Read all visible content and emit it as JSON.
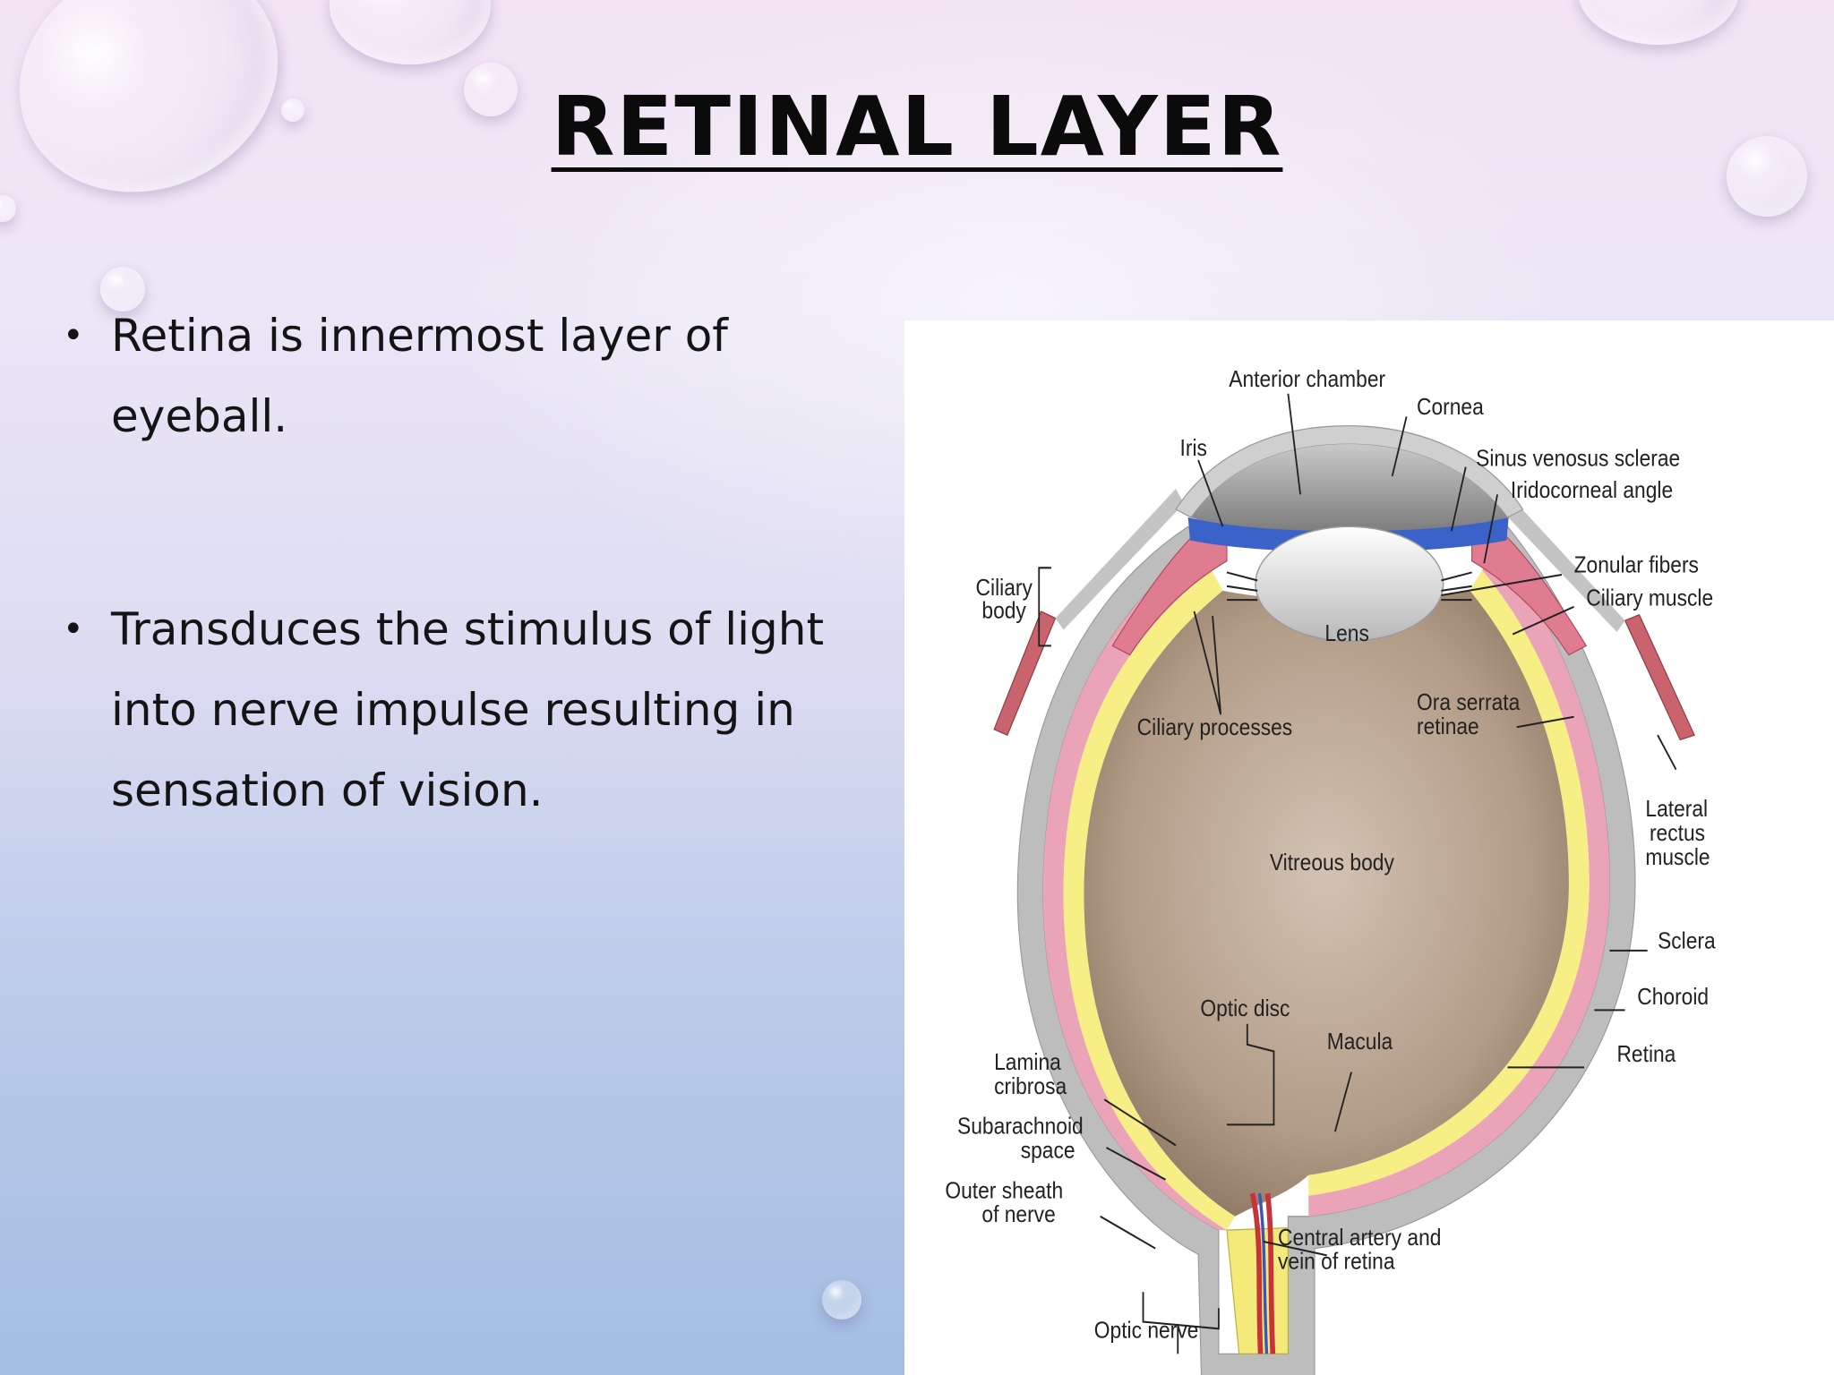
{
  "slide": {
    "title": "RETINAL LAYER",
    "bullets": [
      {
        "text": "Retina is innermost layer of eyeball."
      },
      {
        "text": "Transduces the stimulus of light into nerve impulse resulting in sensation of vision."
      }
    ],
    "bullet_glyph": "•"
  },
  "figure": {
    "labels": {
      "anterior_chamber": "Anterior chamber",
      "cornea": "Cornea",
      "iris": "Iris",
      "sinus_venosus_sclerae": "Sinus venosus sclerae",
      "iridocorneal_angle": "Iridocorneal angle",
      "zonular_fibers": "Zonular fibers",
      "ciliary_muscle": "Ciliary muscle",
      "ciliary_body_1": "Ciliary",
      "ciliary_body_2": "body",
      "lens": "Lens",
      "ciliary_processes": "Ciliary processes",
      "ora_serrata_1": "Ora serrata",
      "ora_serrata_2": "retinae",
      "lateral_rectus_1": "Lateral",
      "lateral_rectus_2": "rectus",
      "lateral_rectus_3": "muscle",
      "vitreous_body": "Vitreous body",
      "sclera": "Sclera",
      "choroid": "Choroid",
      "retina": "Retina",
      "optic_disc": "Optic disc",
      "macula": "Macula",
      "lamina_cribrosa_1": "Lamina",
      "lamina_cribrosa_2": "cribrosa",
      "subarachnoid_1": "Subarachnoid",
      "subarachnoid_2": "space",
      "outer_sheath_1": "Outer sheath",
      "outer_sheath_2": "of nerve",
      "central_artery_1": "Central artery and",
      "central_artery_2": "vein of retina",
      "optic_nerve": "Optic nerve"
    }
  }
}
